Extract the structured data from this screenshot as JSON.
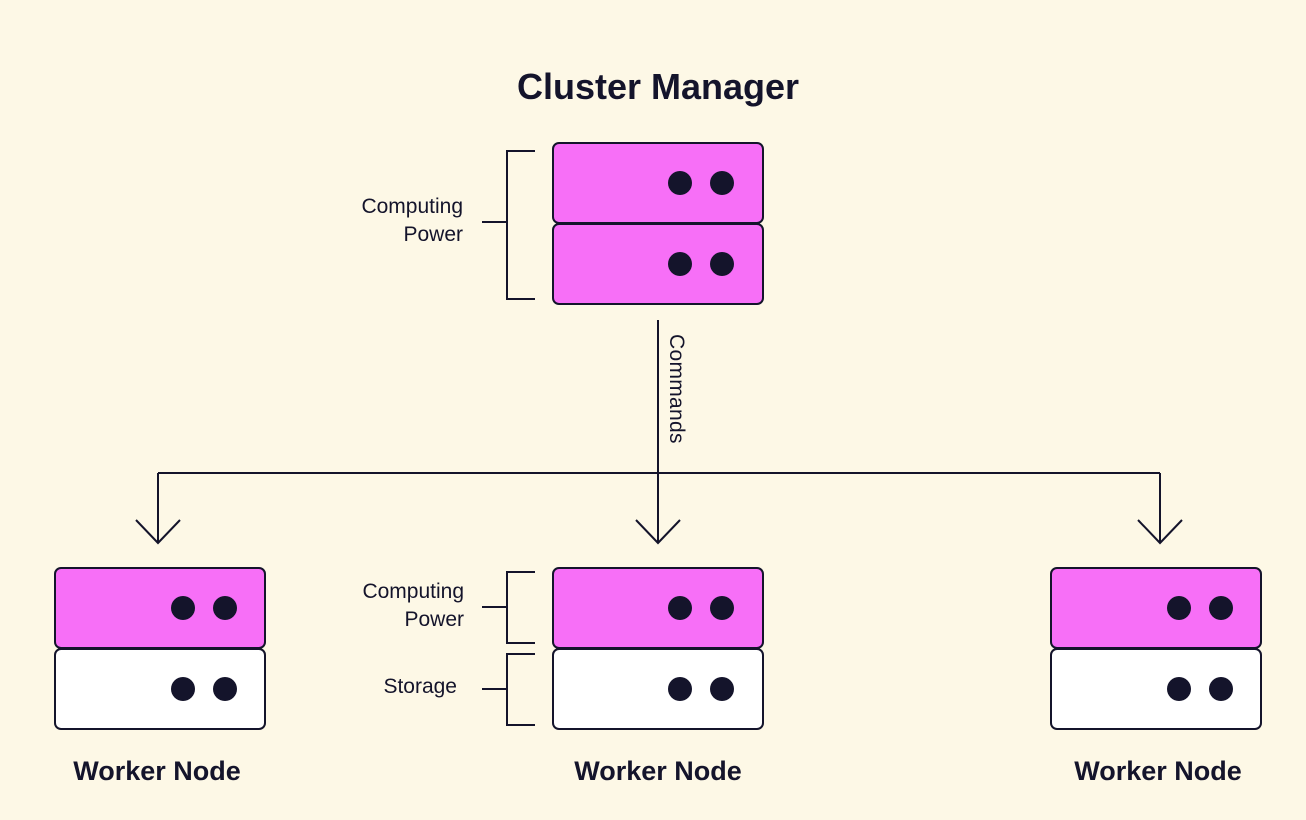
{
  "diagram": {
    "title": "Cluster Manager",
    "colors": {
      "background": "#fdf8e6",
      "compute_unit": "#f76ff7",
      "storage_unit": "#ffffff",
      "ink": "#14142b"
    },
    "manager": {
      "bracket_label_line1": "Computing",
      "bracket_label_line2": "Power",
      "units": [
        "compute",
        "compute"
      ]
    },
    "connector_label": "Commands",
    "workers": [
      {
        "label": "Worker Node",
        "units": [
          "compute",
          "storage"
        ]
      },
      {
        "label": "Worker Node",
        "units": [
          "compute",
          "storage"
        ],
        "bracket_compute_line1": "Computing",
        "bracket_compute_line2": "Power",
        "bracket_storage": "Storage"
      },
      {
        "label": "Worker Node",
        "units": [
          "compute",
          "storage"
        ]
      }
    ]
  }
}
